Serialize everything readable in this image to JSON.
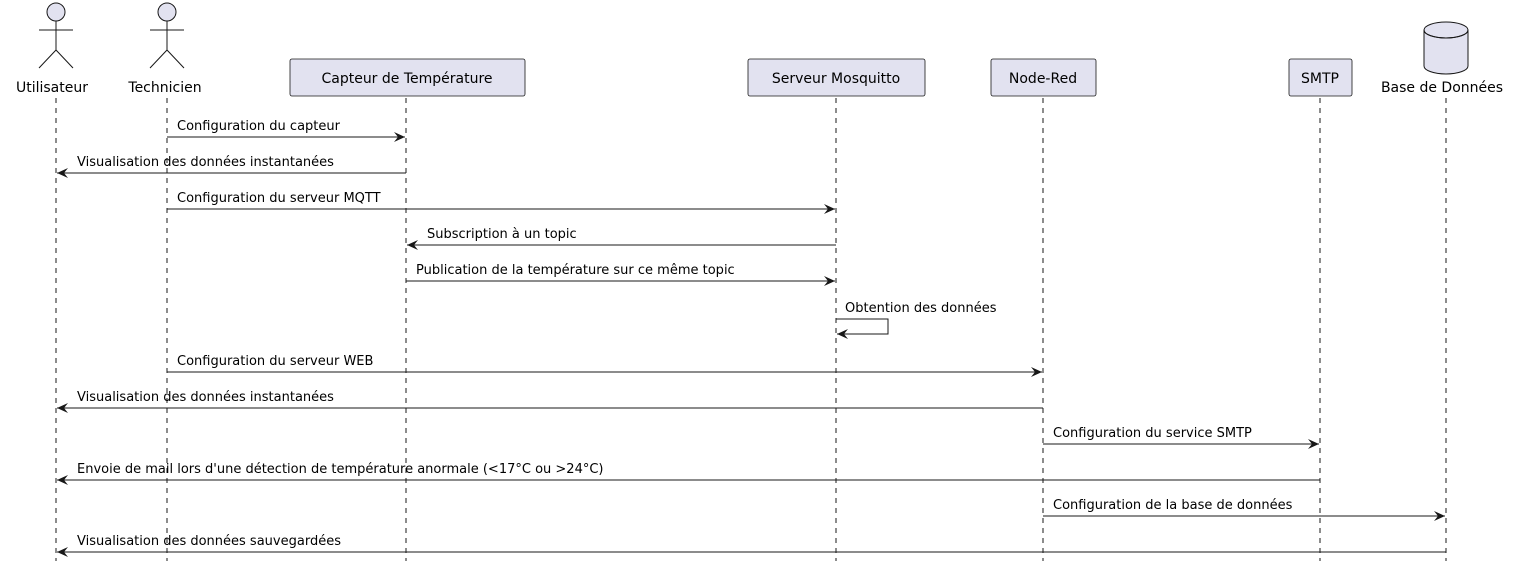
{
  "diagram": {
    "type": "sequence",
    "participants": [
      {
        "id": "utilisateur",
        "label": "Utilisateur",
        "kind": "actor"
      },
      {
        "id": "technicien",
        "label": "Technicien",
        "kind": "actor"
      },
      {
        "id": "capteur",
        "label": "Capteur de Température",
        "kind": "participant"
      },
      {
        "id": "mosquitto",
        "label": "Serveur Mosquitto",
        "kind": "participant"
      },
      {
        "id": "nodered",
        "label": "Node-Red",
        "kind": "participant"
      },
      {
        "id": "smtp",
        "label": "SMTP",
        "kind": "participant"
      },
      {
        "id": "bdd",
        "label": "Base de Données",
        "kind": "database"
      }
    ],
    "messages": [
      {
        "from": "technicien",
        "to": "capteur",
        "label": "Configuration du capteur"
      },
      {
        "from": "capteur",
        "to": "utilisateur",
        "label": "Visualisation des données instantanées"
      },
      {
        "from": "technicien",
        "to": "mosquitto",
        "label": "Configuration du serveur MQTT"
      },
      {
        "from": "mosquitto",
        "to": "capteur",
        "label": "Subscription à un topic"
      },
      {
        "from": "capteur",
        "to": "mosquitto",
        "label": "Publication de la température sur ce même topic"
      },
      {
        "from": "mosquitto",
        "to": "mosquitto",
        "label": "Obtention des données"
      },
      {
        "from": "technicien",
        "to": "nodered",
        "label": "Configuration du serveur WEB"
      },
      {
        "from": "nodered",
        "to": "utilisateur",
        "label": "Visualisation des données instantanées"
      },
      {
        "from": "nodered",
        "to": "smtp",
        "label": "Configuration du service SMTP"
      },
      {
        "from": "smtp",
        "to": "utilisateur",
        "label": "Envoie de mail lors d'une détection de température anormale (<17°C ou >24°C)"
      },
      {
        "from": "nodered",
        "to": "bdd",
        "label": "Configuration de la base de données"
      },
      {
        "from": "bdd",
        "to": "utilisateur",
        "label": "Visualisation des données sauvegardées"
      }
    ],
    "colors": {
      "participant_fill": "#E2E2F0",
      "participant_border": "#181818",
      "lifeline": "#181818",
      "arrow": "#181818",
      "background": "#FFFFFF"
    }
  }
}
